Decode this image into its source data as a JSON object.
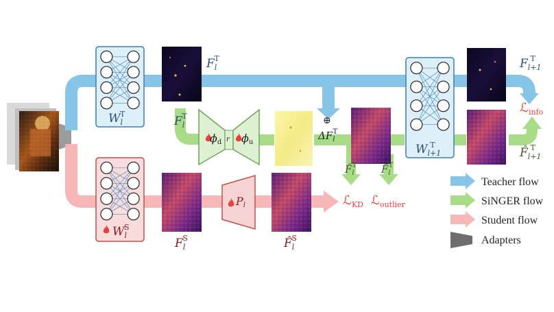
{
  "colors": {
    "teacher": "#86C5E8",
    "singer": "#A9DC87",
    "student": "#F7B7B7",
    "adapter": "#6E6E6E",
    "teacher_box_fill": "#DDEFF8",
    "teacher_box_stroke": "#3C7FB0",
    "student_box_fill": "#F9DCDC",
    "student_box_stroke": "#C0504D",
    "adapter_fill": "#DDF0D2",
    "adapter_stroke": "#6FA35A",
    "projector_fill": "#F6D3D3",
    "projector_stroke": "#C0504D",
    "loss_red": "#E8413C",
    "teacher_text": "#2B4F73",
    "student_text": "#8B1A1A",
    "singer_text": "#3A5E2A"
  },
  "icons": [
    "flame-icon"
  ],
  "labels": {
    "w_teacher": {
      "base": "W",
      "sub": "l",
      "sup": "T"
    },
    "w_student": {
      "base": "W",
      "sub": "l",
      "sup": "S"
    },
    "w_next": {
      "base": "W",
      "sub": "l+1",
      "sup": "T"
    },
    "f_teacher_top": {
      "base": "F",
      "sub": "l",
      "sup": "T"
    },
    "f_teacher_mid": {
      "base": "F",
      "sub": "l",
      "sup": "T"
    },
    "f_teacher_next": {
      "base": "F",
      "sub": "l+1",
      "sup": "T"
    },
    "f_hat_next": {
      "base": "F̂",
      "sub": "l+1",
      "sup": "T"
    },
    "phi_d": {
      "base": "ϕ",
      "sub": "d"
    },
    "phi_u": {
      "base": "ϕ",
      "sub": "u"
    },
    "r": "r",
    "delta_f": {
      "base": "ΔF",
      "sub": "l",
      "sup": "T"
    },
    "plus": "⊕",
    "f_student": {
      "base": "F",
      "sub": "l",
      "sup": "S"
    },
    "f_hat_student": {
      "base": "F̂",
      "sub": "l",
      "sup": "S"
    },
    "p_l": {
      "base": "P",
      "sub": "l"
    },
    "f_hat_down": {
      "base": "F̂",
      "sub": "l",
      "sup": "T"
    },
    "f_hat_down2": {
      "base": "F̂",
      "sub": "l",
      "sup": "T"
    },
    "loss_kd": {
      "base": "ℒ",
      "sub": "KD"
    },
    "loss_outlier": {
      "base": "ℒ",
      "sub": "outlier"
    },
    "loss_info": {
      "base": "ℒ",
      "sub": "info"
    }
  },
  "legend": [
    {
      "label": "Teacher flow",
      "color": "#86C5E8",
      "shape": "arrow"
    },
    {
      "label": "SiNGER flow",
      "color": "#A9DC87",
      "shape": "arrow"
    },
    {
      "label": "Student flow",
      "color": "#F7B7B7",
      "shape": "arrow"
    },
    {
      "label": "Adapters",
      "color": "#6E6E6E",
      "shape": "trapezoid"
    }
  ]
}
